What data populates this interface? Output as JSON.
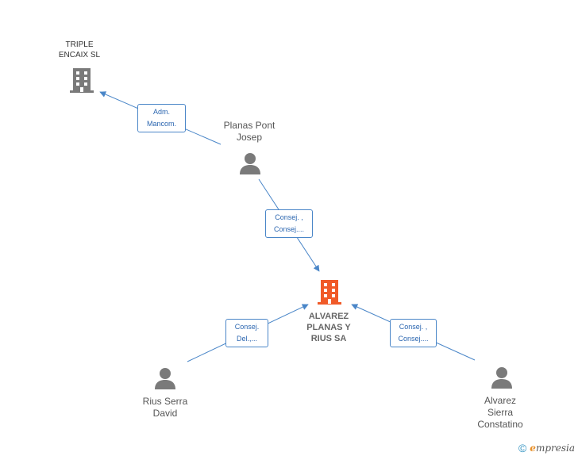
{
  "nodes": {
    "triple": {
      "label_lines": [
        "TRIPLE",
        "ENCAIX SL"
      ],
      "kind": "company",
      "color": "#7a7a7a"
    },
    "planas": {
      "label_lines": [
        "Planas Pont",
        "Josep"
      ],
      "kind": "person",
      "color": "#7a7a7a"
    },
    "alvarez_company": {
      "label_lines": [
        "ALVAREZ",
        "PLANAS Y",
        "RIUS SA"
      ],
      "kind": "company",
      "color": "#f05a28"
    },
    "rius": {
      "label_lines": [
        "Rius Serra",
        "David"
      ],
      "kind": "person",
      "color": "#7a7a7a"
    },
    "alvarez_person": {
      "label_lines": [
        "Alvarez",
        "Sierra",
        "Constatino"
      ],
      "kind": "person",
      "color": "#7a7a7a"
    }
  },
  "edges": {
    "planas_triple": {
      "lines": [
        "Adm.",
        "Mancom."
      ]
    },
    "planas_alvarez": {
      "lines": [
        "Consej. ,",
        "Consej...."
      ]
    },
    "rius_alvarez": {
      "lines": [
        "Consej.",
        "Del.,..."
      ]
    },
    "alvarezp_alvarez": {
      "lines": [
        "Consej. ,",
        "Consej...."
      ]
    }
  },
  "colors": {
    "edge": "#4a86c8"
  },
  "brand": {
    "copyright": "©",
    "e": "e",
    "name": "mpresia"
  }
}
